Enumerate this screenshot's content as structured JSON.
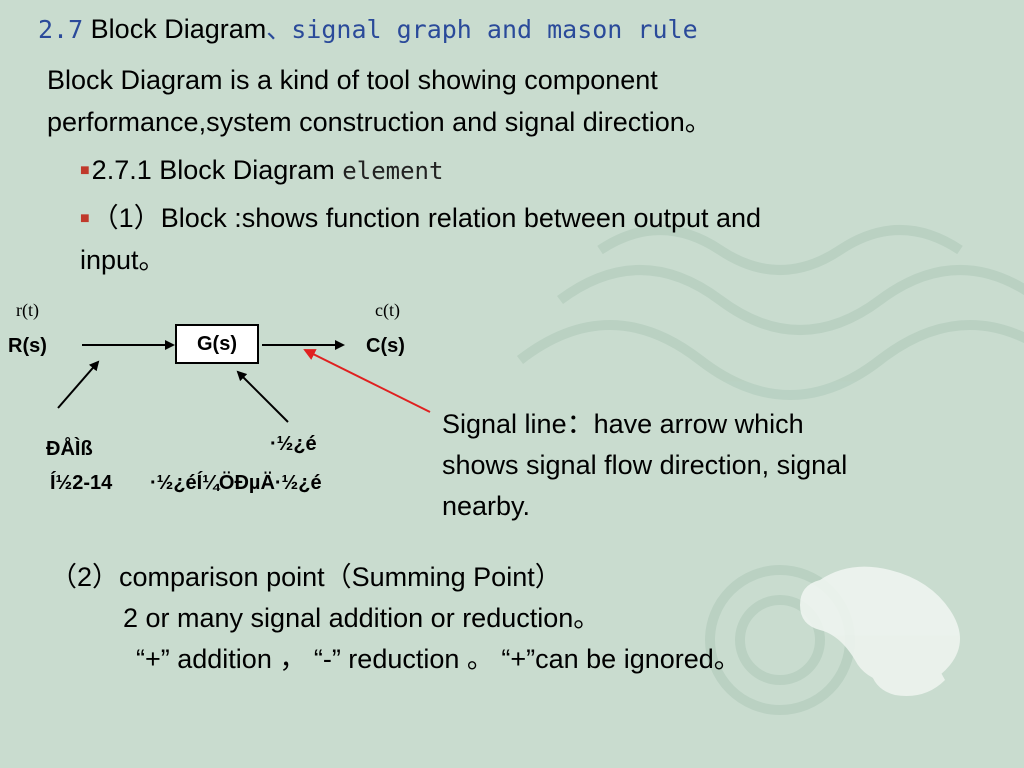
{
  "slide": {
    "title_number": "2.7",
    "title_main": "Block Diagram",
    "title_rest": "、signal graph and mason rule",
    "intro_line1": "Block Diagram is a kind of tool showing component",
    "intro_line2": "performance,system construction and signal direction。",
    "section_label": "2.7.1 Block Diagram",
    "section_suffix": "element",
    "item1_line1": "（1）Block :shows function relation between output and",
    "item1_line2": "input。",
    "item2_line1": "（2）comparison point（Summing Point）",
    "item2_line2": "2 or many signal addition or reduction。",
    "item2_line3": "“+” addition ，  “-” reduction 。 “+”can be ignored。"
  },
  "diagram": {
    "input_time": "r(t)",
    "output_time": "c(t)",
    "input_label": "R(s)",
    "output_label": "C(s)",
    "block_label": "G(s)",
    "garbled_left_1": "ÐÅÌß",
    "garbled_left_2": "Í½2-14",
    "garbled_mid": "·½¿é",
    "garbled_bottom": "·½¿éÍ¼ÖÐµÄ·½¿é",
    "annotation_line1": "Signal line：have arrow which",
    "annotation_line2": "shows signal flow direction, signal",
    "annotation_line3": "nearby."
  },
  "colors": {
    "background": "#c9dccf",
    "title_accent": "#2a4a9a",
    "bullet": "#c0392b",
    "pointer_line": "#e02020"
  }
}
